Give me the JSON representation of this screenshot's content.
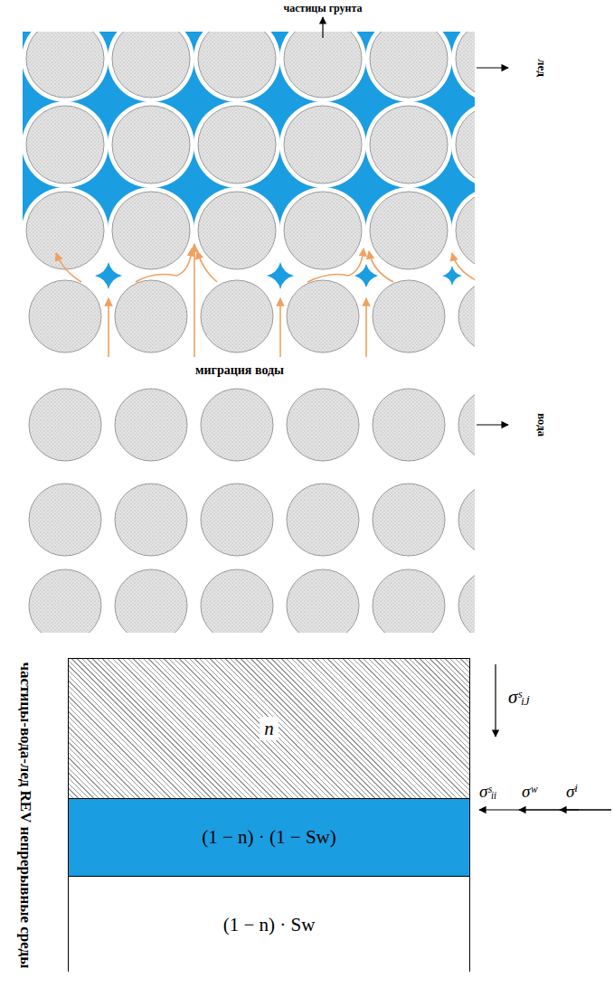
{
  "diagram": {
    "nodes": [
      {
        "text": [
          "частицы-вода-лед REV непрерывные среды"
        ]
      },
      {
        "text": [
          "n"
        ],
        "in": 0
      },
      {
        "text": [
          "(1 − n) · (1 − Sw)"
        ],
        "in": 0
      },
      {
        "text": [
          "(1 − n) · Sw"
        ],
        "in": 0
      }
    ],
    "labels": [
      "частицы грунта",
      "лед",
      "миграция воды",
      "вода",
      "σˢᵢⱼ",
      "σˢᵢᵢ",
      "σʷ",
      "σⁱ"
    ]
  }
}
